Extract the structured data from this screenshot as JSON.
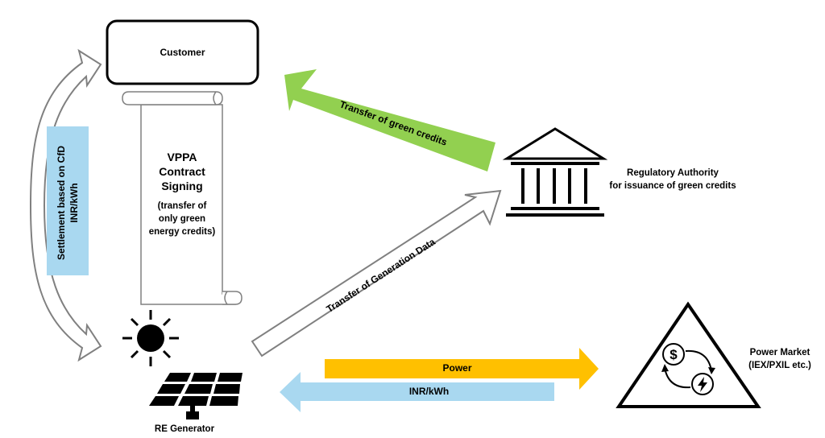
{
  "nodes": {
    "customer": "Customer",
    "regulator_line1": "Regulatory Authority",
    "regulator_line2": "for issuance of green credits",
    "power_market_line1": "Power Market",
    "power_market_line2": "(IEX/PXIL etc.)",
    "re_generator": "RE Generator"
  },
  "contract": {
    "title": "VPPA Contract Signing",
    "subtitle": "(transfer of only green energy credits)"
  },
  "flows": {
    "settlement_line1": "Settlement based on CfD",
    "settlement_line2": "INR/kWh",
    "green_credits": "Transfer of green credits",
    "generation_data": "Transfer of Generation Data",
    "power": "Power",
    "payment": "INR/kWh"
  },
  "colors": {
    "green_arrow": "#92d050",
    "power_arrow": "#ffc000",
    "payment_arrow": "#a9d8f0",
    "settlement_box": "#a9d8f0"
  }
}
